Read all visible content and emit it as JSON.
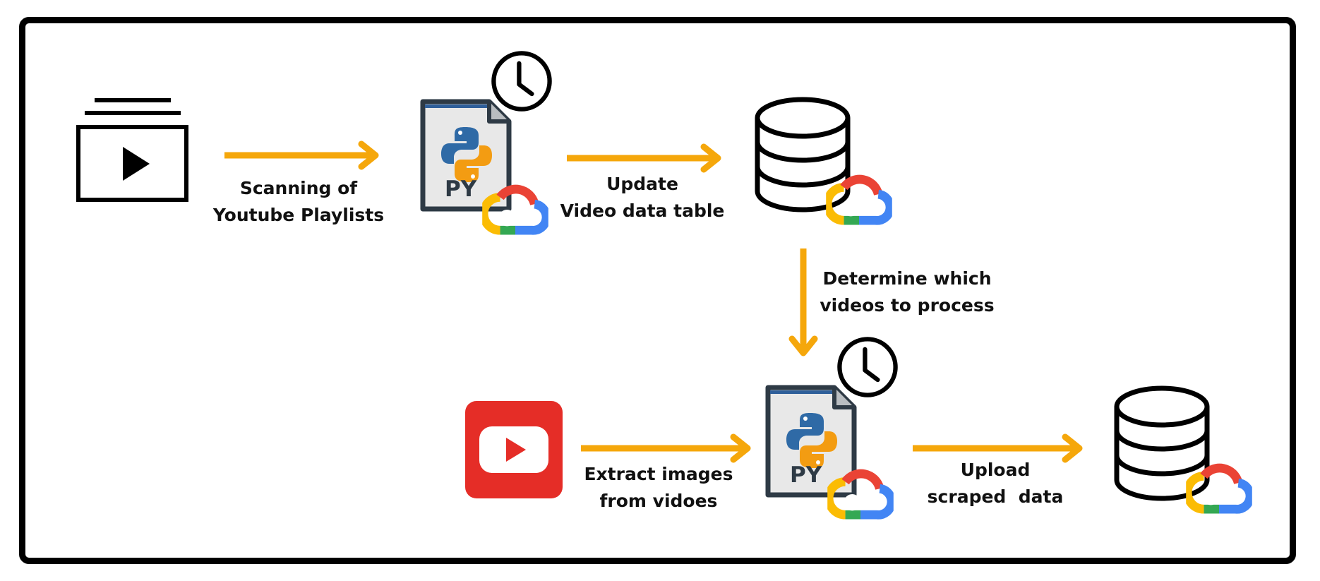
{
  "icons": {
    "playlist": "playlist-icon",
    "python_script": "python-file-icon",
    "clock": "clock-icon",
    "database": "database-icon",
    "google_cloud": "google-cloud-icon",
    "youtube": "youtube-icon"
  },
  "colors": {
    "arrow": "#F5A70B",
    "frame": "#000000",
    "youtube_red": "#E52D27",
    "python_blue": "#2F6AA6",
    "python_yellow": "#F39C12",
    "gcloud_red": "#EA4335",
    "gcloud_blue": "#4285F4",
    "gcloud_green": "#34A853",
    "gcloud_yellow": "#FBBC04"
  },
  "file_icon_label": "PY",
  "steps": {
    "scan": {
      "line1": "Scanning of",
      "line2": "Youtube Playlists"
    },
    "update": {
      "line1": "Update",
      "line2": "Video data table"
    },
    "determine": {
      "line1": "Determine which",
      "line2": "videos to process"
    },
    "extract": {
      "line1": "Extract images",
      "line2": "from vidoes"
    },
    "upload": {
      "line1": "Upload",
      "line2": "scraped  data"
    }
  }
}
